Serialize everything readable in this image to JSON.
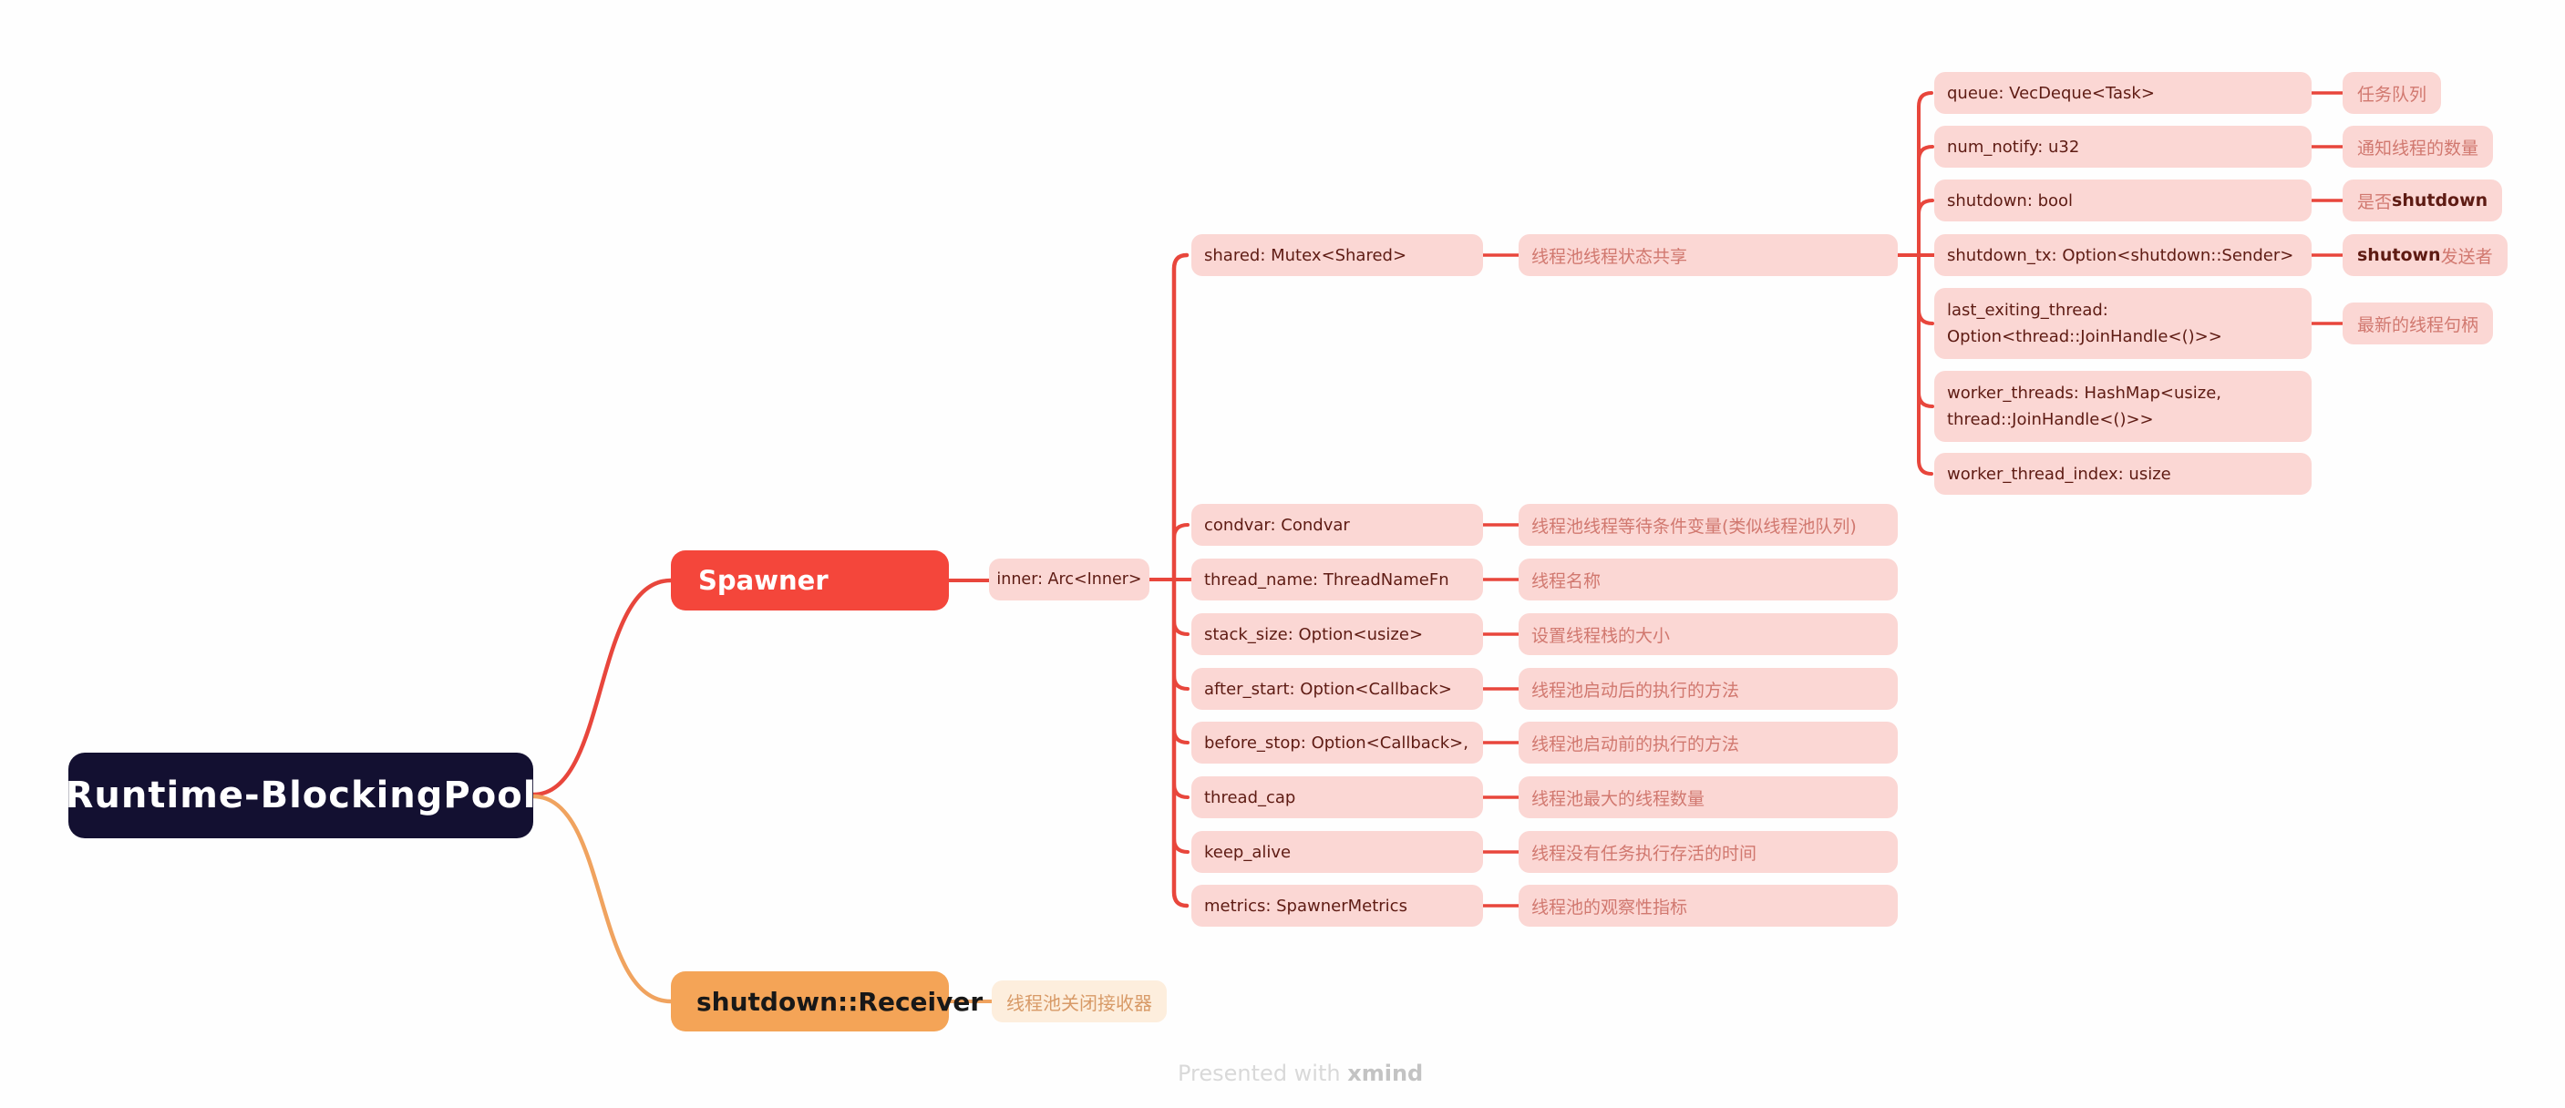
{
  "root": {
    "label": "Runtime-BlockingPool"
  },
  "branches": {
    "spawner": {
      "label": "Spawner"
    },
    "receiver": {
      "label": "shutdown::Receiver",
      "note": "线程池关闭接收器"
    }
  },
  "inner": {
    "label": "inner: Arc<Inner>"
  },
  "fields": [
    {
      "label": "shared: Mutex<Shared>",
      "note": "线程池线程状态共享"
    },
    {
      "label": "condvar: Condvar",
      "note": "线程池线程等待条件变量(类似线程池队列)"
    },
    {
      "label": "thread_name: ThreadNameFn",
      "note": "线程名称"
    },
    {
      "label": "stack_size: Option<usize>",
      "note": "设置线程栈的大小"
    },
    {
      "label": "after_start: Option<Callback>",
      "note": "线程池启动后的执行的方法"
    },
    {
      "label": "before_stop: Option<Callback>,",
      "note": "线程池启动前的执行的方法"
    },
    {
      "label": "thread_cap",
      "note": "线程池最大的线程数量"
    },
    {
      "label": "keep_alive",
      "note": "线程没有任务执行存活的时间"
    },
    {
      "label": "metrics: SpawnerMetrics",
      "note": "线程池的观察性指标"
    }
  ],
  "shared_fields": [
    {
      "label": "queue: VecDeque<Task>",
      "note": "任务队列"
    },
    {
      "label": "num_notify: u32",
      "note": "通知线程的数量"
    },
    {
      "label": "shutdown: bool",
      "note_cjk": "是否",
      "note_en": "shutdown"
    },
    {
      "label": "shutdown_tx: Option<shutdown::Sender>",
      "note_en": "shutown",
      "note_cjk": "发送者"
    },
    {
      "label_line1": "last_exiting_thread:",
      "label_line2": "Option<thread::JoinHandle<()>>",
      "note": "最新的线程句柄"
    },
    {
      "label_line1": "worker_threads: HashMap<usize,",
      "label_line2": "thread::JoinHandle<()>>"
    },
    {
      "label": "worker_thread_index: usize"
    }
  ],
  "footer": {
    "prefix": "Presented with ",
    "brand": "xmind"
  },
  "colors": {
    "root_bg": "#131031",
    "spawner_bg": "#f4463b",
    "receiver_bg": "#f4a457",
    "pink_node_bg": "#fbd7d4",
    "pink_text_dark": "#5e1b13",
    "pink_text_rose": "#d1786f",
    "branch_red": "#e8463c",
    "branch_orange": "#f0a35f",
    "cream_bg": "#fdeedd",
    "cream_text": "#d89a67"
  }
}
